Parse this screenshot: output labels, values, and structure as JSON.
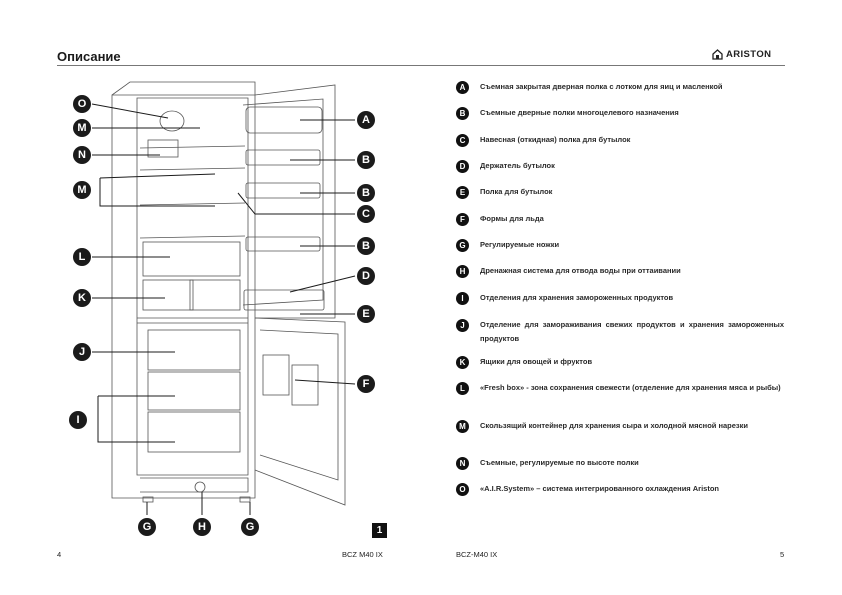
{
  "header": {
    "title": "Описание",
    "brand": "ARISTON",
    "brand_icon": "house-logo-icon"
  },
  "figure": {
    "callouts": [
      {
        "letter": "O"
      },
      {
        "letter": "M"
      },
      {
        "letter": "N"
      },
      {
        "letter": "M"
      },
      {
        "letter": "L"
      },
      {
        "letter": "K"
      },
      {
        "letter": "J"
      },
      {
        "letter": "I"
      },
      {
        "letter": "A"
      },
      {
        "letter": "B"
      },
      {
        "letter": "B"
      },
      {
        "letter": "C"
      },
      {
        "letter": "B"
      },
      {
        "letter": "D"
      },
      {
        "letter": "E"
      },
      {
        "letter": "F"
      },
      {
        "letter": "G"
      },
      {
        "letter": "H"
      },
      {
        "letter": "G"
      }
    ],
    "badge": "1"
  },
  "footer": {
    "left_page": "4",
    "left_model": "BCZ M40 IX",
    "right_model": "BCZ-M40 IX",
    "right_page": "5"
  },
  "legend": [
    {
      "letter": "A",
      "text": "Съемная закрытая дверная полка с лотком для яиц и масленкой"
    },
    {
      "letter": "B",
      "text": "Съемные дверные полки многоцелевого назначения"
    },
    {
      "letter": "C",
      "text": "Навесная (откидная) полка для бутылок"
    },
    {
      "letter": "D",
      "text": "Держатель бутылок"
    },
    {
      "letter": "E",
      "text": "Полка для бутылок"
    },
    {
      "letter": "F",
      "text": "Формы для льда"
    },
    {
      "letter": "G",
      "text": "Регулируемые ножки"
    },
    {
      "letter": "H",
      "text": "Дренажная система для отвода воды при оттаивании"
    },
    {
      "letter": "I",
      "text": "Отделения для хранения замороженных продуктов"
    },
    {
      "letter": "J",
      "text": "Отделение для замораживания свежих продуктов и хранения замороженных продуктов"
    },
    {
      "letter": "K",
      "text": "Ящики для овощей и фруктов"
    },
    {
      "letter": "L",
      "text": "«Fresh box» - зона сохранения свежести  (отделение для хранения мяса и рыбы)"
    },
    {
      "letter": "M",
      "text": "Скользящий контейнер для хранения сыра и холодной мясной нарезки"
    },
    {
      "letter": "N",
      "text": "Съемные, регулируемые по высоте полки"
    },
    {
      "letter": "O",
      "text": "«A.I.R.System» – система интегрированного охлаждения Ariston"
    }
  ]
}
